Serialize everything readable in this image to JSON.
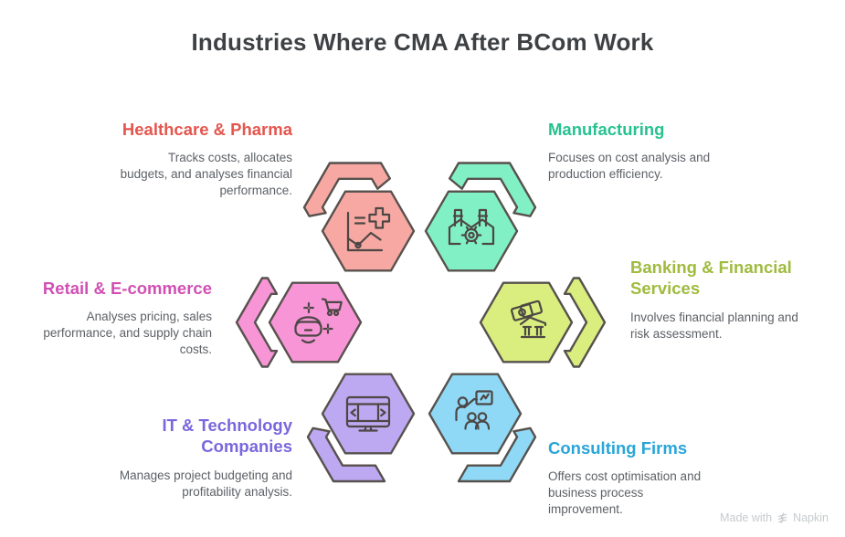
{
  "title": "Industries Where CMA After BCom Work",
  "colors": {
    "title": "#3e4144",
    "body_text": "#5d6166",
    "outline": "#57514d",
    "icon_stroke": "#4c4744",
    "watermark": "#c6cacd",
    "background": "#ffffff"
  },
  "items": [
    {
      "id": "healthcare-pharma",
      "heading": "Healthcare & Pharma",
      "heading_color": "#e4564e",
      "fill": "#f8a8a2",
      "icon": "chart-medical-cross-icon",
      "body": "Tracks costs, allocates\nbudgets, and analyses financial\nperformance."
    },
    {
      "id": "manufacturing",
      "heading": "Manufacturing",
      "heading_color": "#27c290",
      "fill": "#82f0c5",
      "icon": "factory-gear-icon",
      "body": "Focuses on cost analysis and\nproduction efficiency."
    },
    {
      "id": "retail-ecommerce",
      "heading": "Retail & E-commerce",
      "heading_color": "#d14fb4",
      "fill": "#f795d7",
      "icon": "vr-headset-cart-icon",
      "body": "Analyses pricing, sales\nperformance, and supply chain\ncosts."
    },
    {
      "id": "banking-financial-services",
      "heading": "Banking & Financial\nServices",
      "heading_color": "#9fbb3e",
      "fill": "#d9ee7e",
      "icon": "banknotes-bank-icon",
      "body": "Involves financial planning and\nrisk assessment."
    },
    {
      "id": "it-technology-companies",
      "heading": "IT & Technology\nCompanies",
      "heading_color": "#7a66dd",
      "fill": "#bda9f1",
      "icon": "monitor-code-icon",
      "body": "Manages project budgeting and\nprofitability analysis."
    },
    {
      "id": "consulting-firms",
      "heading": "Consulting Firms",
      "heading_color": "#29a5d8",
      "fill": "#8fd9f6",
      "icon": "presentation-people-icon",
      "body": "Offers cost optimisation and\nbusiness process\nimprovement."
    }
  ],
  "watermark": {
    "prefix": "Made with",
    "brand": "Napkin"
  }
}
